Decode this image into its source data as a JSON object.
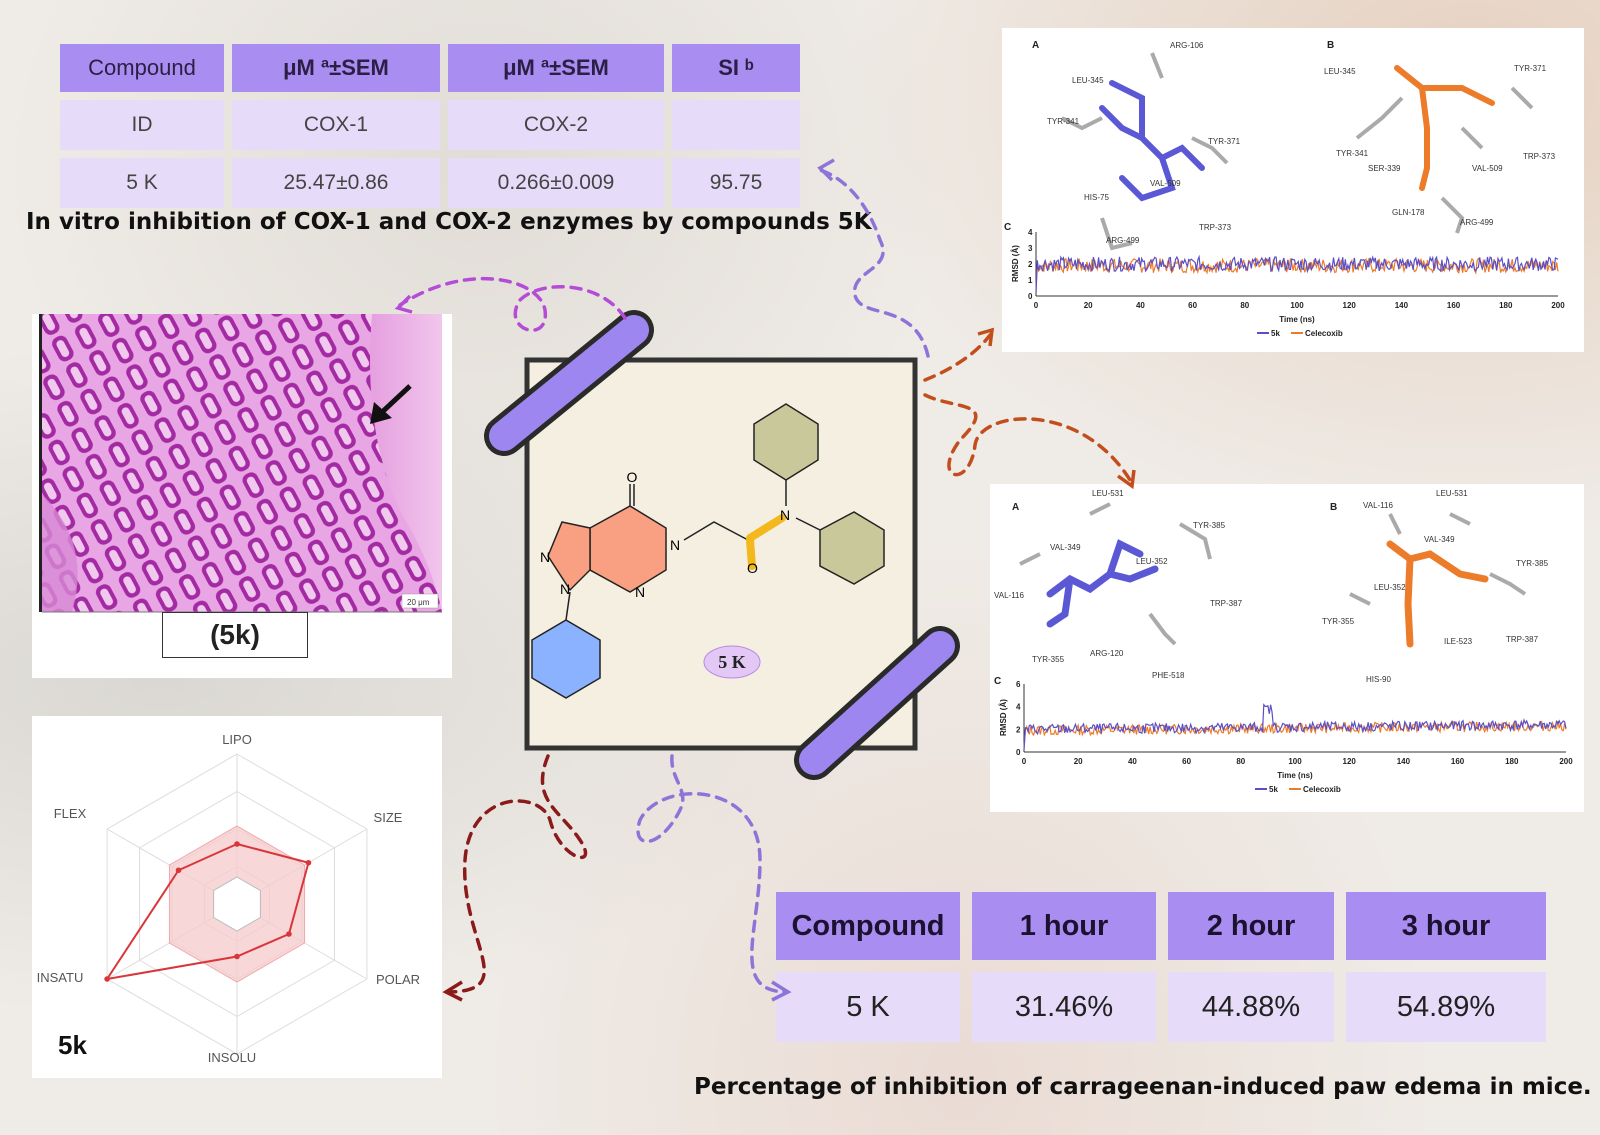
{
  "table1": {
    "headers": [
      "Compound",
      "μM ª±SEM",
      "μM ª±SEM",
      "SI ᵇ"
    ],
    "rows": [
      [
        "ID",
        "COX-1",
        "COX-2",
        ""
      ],
      [
        "5 K",
        "25.47±0.86",
        "0.266±0.009",
        "95.75"
      ]
    ],
    "caption": "In vitro inhibition of COX-1 and COX-2 enzymes by compounds 5K"
  },
  "table2": {
    "headers": [
      "Compound",
      "1 hour",
      "2 hour",
      "3 hour"
    ],
    "rows": [
      [
        "5 K",
        "31.46%",
        "44.88%",
        "54.89%"
      ]
    ],
    "caption": "Percentage of inhibition of carrageenan-induced paw edema in mice."
  },
  "histology": {
    "label": "(5k)",
    "scale": "20 μm"
  },
  "radar": {
    "axes": [
      "LIPO",
      "SIZE",
      "POLAR",
      "INSOLU",
      "INSATU",
      "FLEX"
    ],
    "label": "5k",
    "values": [
      0.4,
      0.55,
      0.4,
      0.35,
      1.0,
      0.45
    ]
  },
  "molecule": {
    "badge": "5 K",
    "atoms": {
      "O": "O",
      "N": "N"
    }
  },
  "docking_top": {
    "panel_a": "A",
    "panel_b": "B",
    "panel_c": "C",
    "residues_a": [
      "ARG-106",
      "LEU-345",
      "TYR-341",
      "TYR-371",
      "VAL-509",
      "HIS-75",
      "TRP-373",
      "ARG-499"
    ],
    "residues_b": [
      "LEU-345",
      "TYR-371",
      "TYR-341",
      "SER-339",
      "VAL-509",
      "TRP-373",
      "GLN-178",
      "ARG-499"
    ],
    "ylabel": "RMSD (Å)",
    "xlabel": "Time (ns)",
    "yticks": [
      "4",
      "3",
      "2",
      "1",
      "0"
    ],
    "xticks": [
      "0",
      "20",
      "40",
      "60",
      "80",
      "100",
      "120",
      "140",
      "160",
      "180",
      "200"
    ],
    "legend": [
      "5k",
      "Celecoxib"
    ]
  },
  "docking_bottom": {
    "panel_a": "A",
    "panel_b": "B",
    "panel_c": "C",
    "residues_a": [
      "LEU-531",
      "TYR-385",
      "VAL-349",
      "LEU-352",
      "VAL-116",
      "TRP-387",
      "TYR-355",
      "ARG-120",
      "PHE-518"
    ],
    "residues_b": [
      "VAL-116",
      "LEU-531",
      "VAL-349",
      "TYR-385",
      "LEU-352",
      "TYR-355",
      "ILE-523",
      "TRP-387",
      "HIS-90"
    ],
    "ylabel": "RMSD (Å)",
    "xlabel": "Time (ns)",
    "yticks": [
      "6",
      "4",
      "2",
      "0"
    ],
    "xticks": [
      "0",
      "20",
      "40",
      "60",
      "80",
      "100",
      "120",
      "140",
      "160",
      "180",
      "200"
    ],
    "legend": [
      "5k",
      "Celecoxib"
    ]
  },
  "colors": {
    "purple": "#9d86ef",
    "purple_dark": "#6b55c8",
    "table_light": "#e6dcfa",
    "orange_arrow": "#c24e1d",
    "maroon_arrow": "#8b1a1a",
    "magenta_arrow": "#b44cd8",
    "series_5k": "#5b4fc6",
    "series_celecoxib": "#ec7c2a"
  }
}
